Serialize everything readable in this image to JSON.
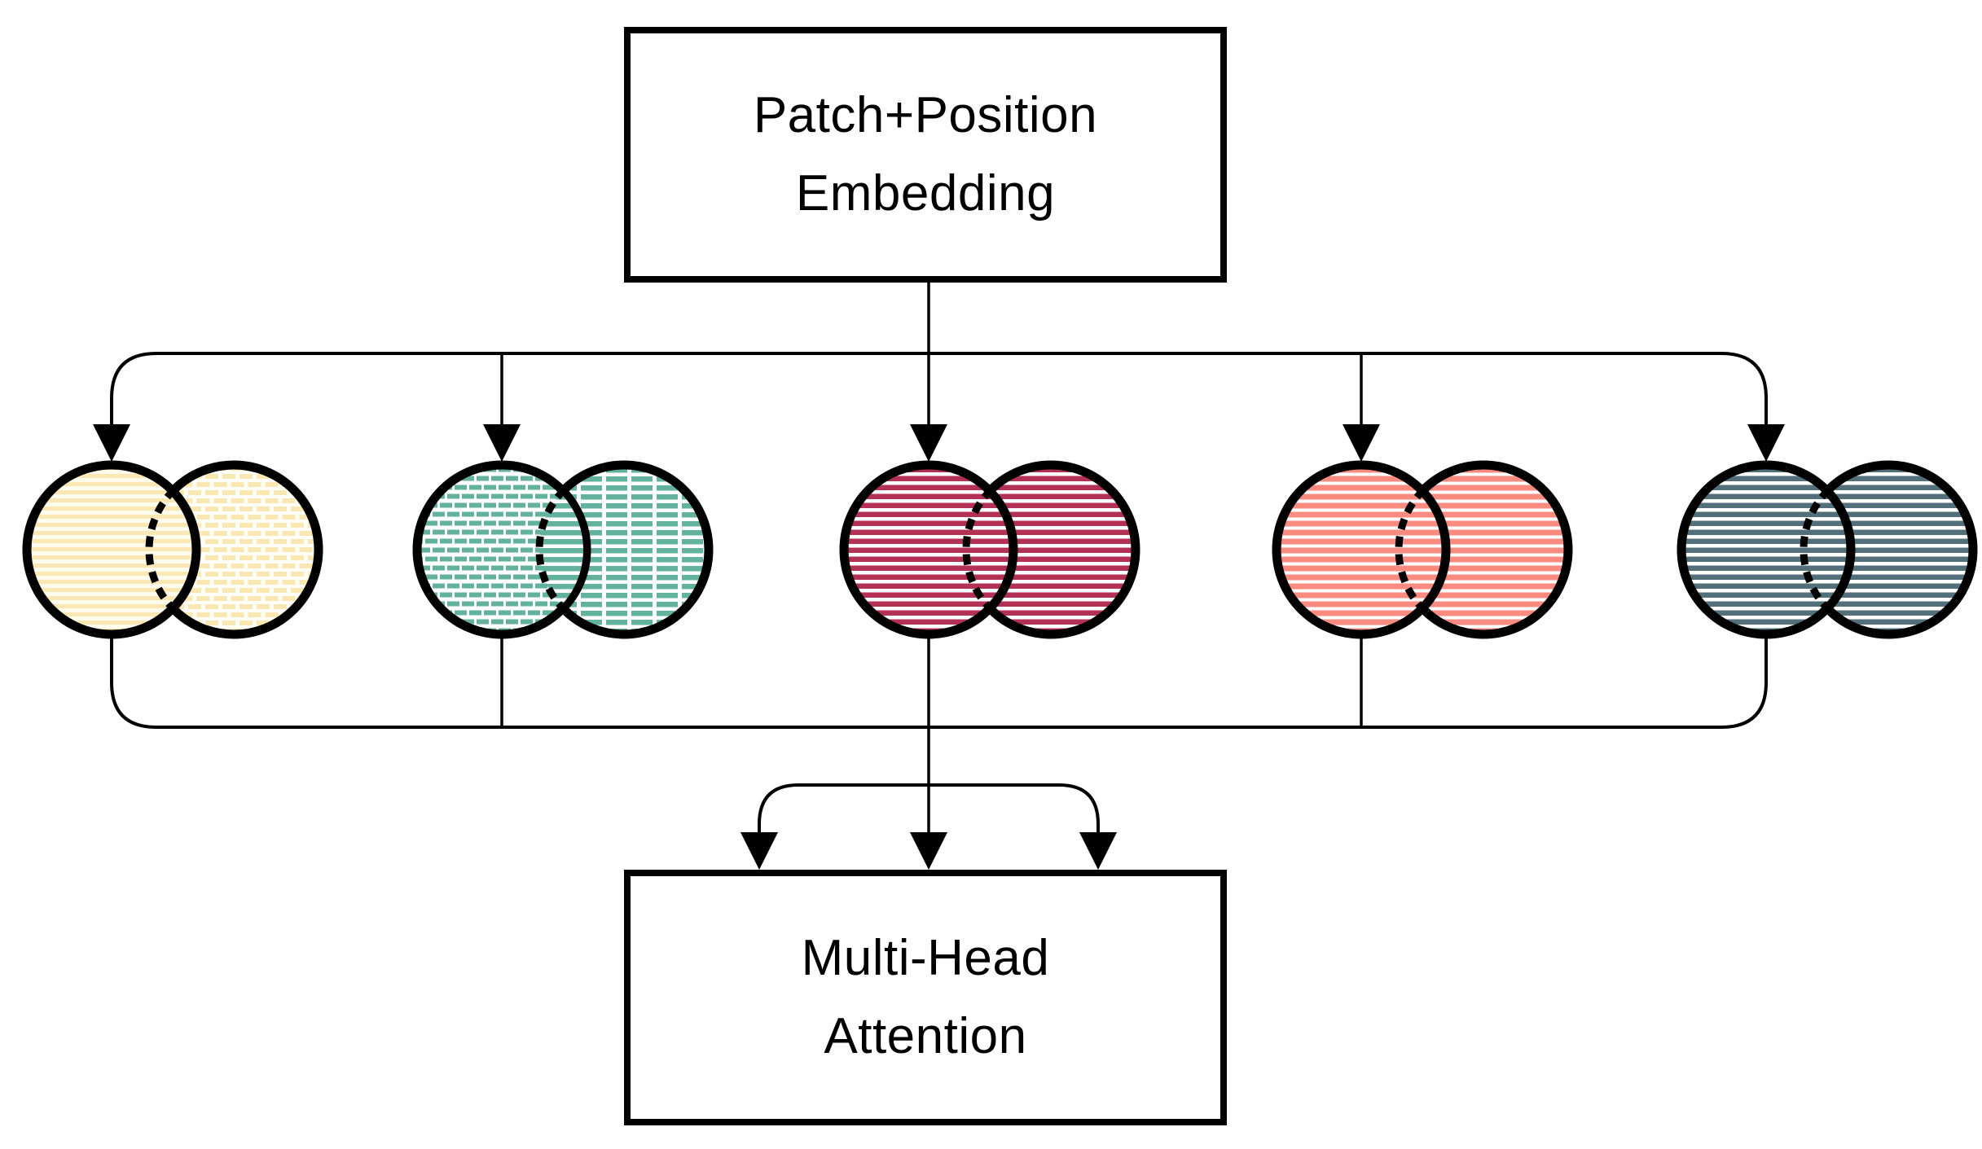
{
  "top_box": {
    "line1": "Patch+Position",
    "line2": "Embedding"
  },
  "bottom_box": {
    "line1": "Multi-Head",
    "line2": "Attention"
  },
  "colors": {
    "line": "#000000",
    "box_border": "#000000",
    "background": "#ffffff",
    "cream_stripe": "#f9e7b4",
    "cream_bg": "#fffcee",
    "cream_brick_bg": "#fffef7",
    "teal": "#62b29d",
    "crimson": "#b43156",
    "salmon": "#f98b81",
    "slate": "#53707a",
    "pattern_gap": "#ffffff"
  },
  "venn_pairs": [
    {
      "id": 1,
      "color_name": "cream",
      "left_pattern": "horizontal-stripes",
      "right_pattern": "dashed-brick-rows",
      "overlap_edge": "dashed"
    },
    {
      "id": 2,
      "color_name": "teal",
      "left_pattern": "dashed-brick-rows",
      "right_pattern": "long-dash-stripes",
      "overlap_edge": "dashed"
    },
    {
      "id": 3,
      "color_name": "crimson",
      "left_pattern": "horizontal-stripes",
      "right_pattern": "horizontal-stripes",
      "overlap_edge": "dashed"
    },
    {
      "id": 4,
      "color_name": "salmon",
      "left_pattern": "horizontal-stripes",
      "right_pattern": "horizontal-stripes",
      "overlap_edge": "dashed"
    },
    {
      "id": 5,
      "color_name": "slate",
      "left_pattern": "horizontal-stripes",
      "right_pattern": "horizontal-stripes",
      "overlap_edge": "dashed"
    }
  ],
  "arrows": {
    "fan_out_count": 5,
    "fan_in_count": 3
  }
}
